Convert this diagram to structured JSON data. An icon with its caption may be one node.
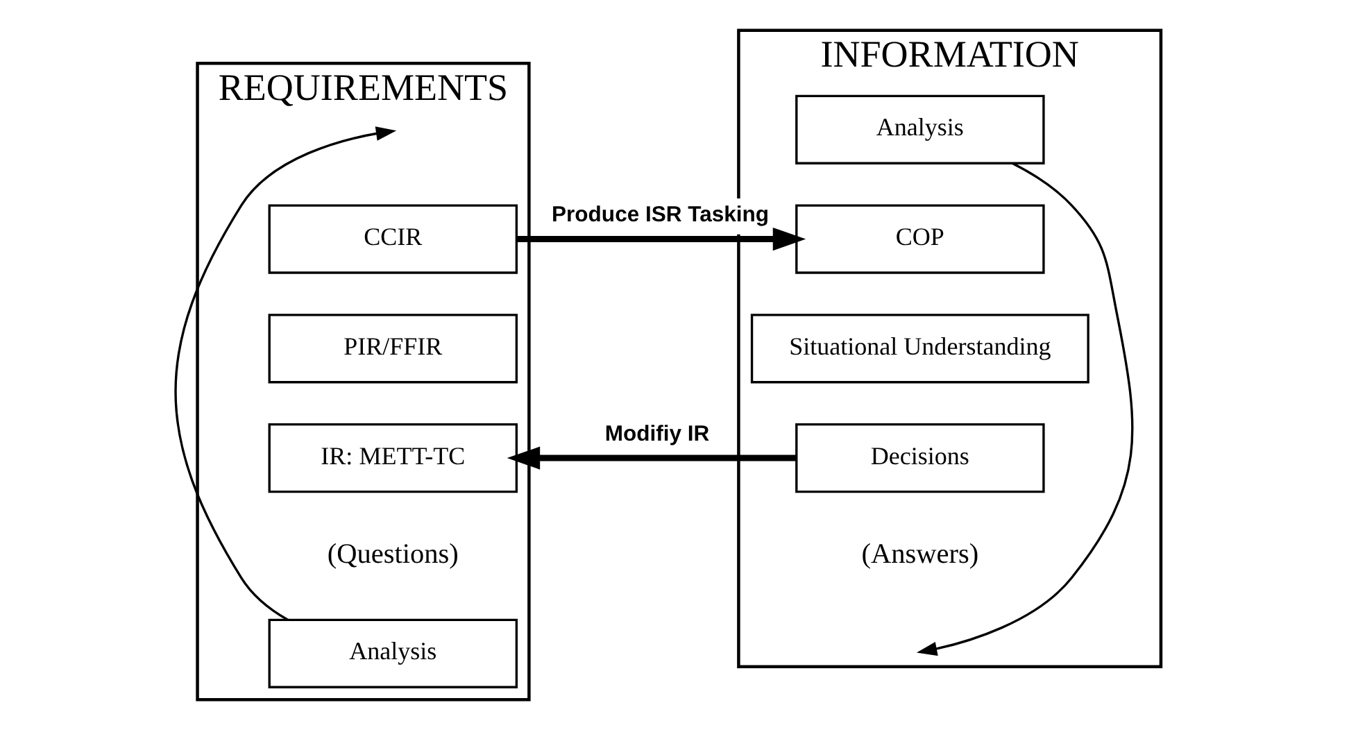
{
  "diagram": {
    "nodes": [
      {
        "text": [
          "REQUIREMENTS"
        ]
      },
      {
        "text": [
          "CCIR"
        ],
        "in": 0
      },
      {
        "text": [
          "PIR/FFIR"
        ],
        "in": 0
      },
      {
        "text": [
          "IR: METT-TC"
        ],
        "in": 0,
        "beside": [
          "(Questions)"
        ]
      },
      {
        "text": [
          "Analysis"
        ],
        "in": 0
      },
      {
        "text": [
          "INFORMATION"
        ]
      },
      {
        "text": [
          "Analysis"
        ],
        "in": 5
      },
      {
        "text": [
          "COP"
        ],
        "in": 5
      },
      {
        "text": [
          "Situational Understanding"
        ],
        "in": 5
      },
      {
        "text": [
          "Decisions"
        ],
        "in": 5,
        "beside": [
          "(Answers)"
        ]
      }
    ],
    "edges": [
      {
        "from": 1,
        "to": 7,
        "arrow": "to",
        "label": "Produce ISR Tasking",
        "style": "thick"
      },
      {
        "from": 9,
        "to": 3,
        "arrow": "to",
        "label": "Modifiy IR",
        "style": "thick"
      },
      {
        "from": 4,
        "to": null,
        "arrow": "to"
      },
      {
        "from": 6,
        "to": null,
        "arrow": "to"
      }
    ]
  }
}
